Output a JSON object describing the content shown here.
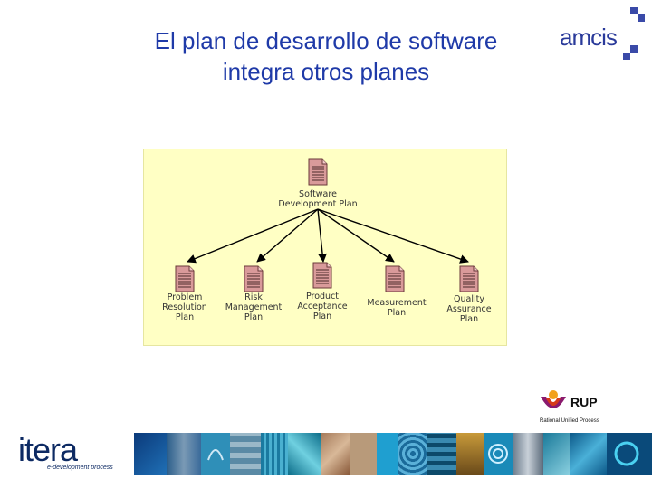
{
  "title": {
    "line1": "El plan de desarrollo de software",
    "line2": "integra otros planes"
  },
  "logo_top_right": {
    "text": "amcis",
    "icon": "amcis-logo"
  },
  "diagram": {
    "root": {
      "label_line1": "Software",
      "label_line2": "Development Plan",
      "icon": "document-icon"
    },
    "children": [
      {
        "label_lines": [
          "Problem",
          "Resolution",
          "Plan"
        ],
        "icon": "document-icon"
      },
      {
        "label_lines": [
          "Risk",
          "Management",
          "Plan"
        ],
        "icon": "document-icon"
      },
      {
        "label_lines": [
          "Product",
          "Acceptance",
          "Plan"
        ],
        "icon": "document-icon"
      },
      {
        "label_lines": [
          "Measurement",
          "Plan"
        ],
        "icon": "document-icon"
      },
      {
        "label_lines": [
          "Quality",
          "Assurance",
          "Plan"
        ],
        "icon": "document-icon"
      }
    ],
    "background_color": "#ffffc4",
    "document_color": "#d99a9a"
  },
  "rup_logo": {
    "word": "RUP",
    "subtitle": "Rational Unified Process"
  },
  "itera_logo": {
    "word": "itera",
    "tagline": "e-development process"
  },
  "footer_strip": {
    "icon": "image-collage-strip"
  }
}
